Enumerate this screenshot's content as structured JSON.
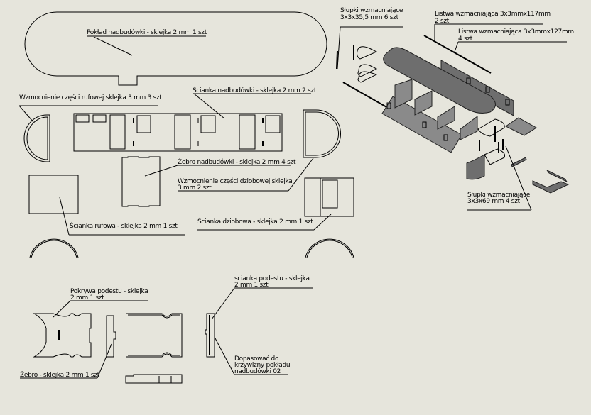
{
  "labels": {
    "deck": "Pokład nadbudówki - sklejka 2 mm 1 szt",
    "stern_reinforcement": "Wzmocnienie części rufowej sklejka 3 mm 3 szt",
    "superstructure_wall": "Ścianka nadbudówki - sklejka 2 mm 2 szt",
    "superstructure_rib": "Żebro nadbudówki - sklejka 2 mm 4 szt",
    "bow_reinforcement_line1": "Wzmocnienie części dziobowej sklejka",
    "bow_reinforcement_line2": "3 mm 2 szt",
    "stern_wall": "Ścianka rufowa - sklejka 2 mm 1 szt",
    "bow_wall": "Ścianka dziobowa - sklejka 2 mm 1 szt",
    "platform_cover_line1": "Pokrywa podestu - sklejka",
    "platform_cover_line2": "2 mm 1 szt",
    "rib": "Żebro - sklejka 2 mm 1 szt",
    "platform_wall_line1": "scianka podestu - sklejka",
    "platform_wall_line2": "2 mm 1 szt",
    "fit_line1": "Dopasować do",
    "fit_line2": "krzywizny pokładu",
    "fit_line3": "nadbudówki 02",
    "posts_small_line1": "Słupki wzmacniające",
    "posts_small_line2": "3x3x35,5 mm 6 szt",
    "strip117_line1": "Listwa wzmacniająca 3x3mmx117mm",
    "strip117_line2": "2 szt",
    "strip127_line1": "Listwa wzmacniająca 3x3mmx127mm",
    "strip127_line2": "4 szt",
    "posts_large_line1": "Słupki wzmacniające",
    "posts_large_line2": "3x3x69 mm 4 szt"
  }
}
